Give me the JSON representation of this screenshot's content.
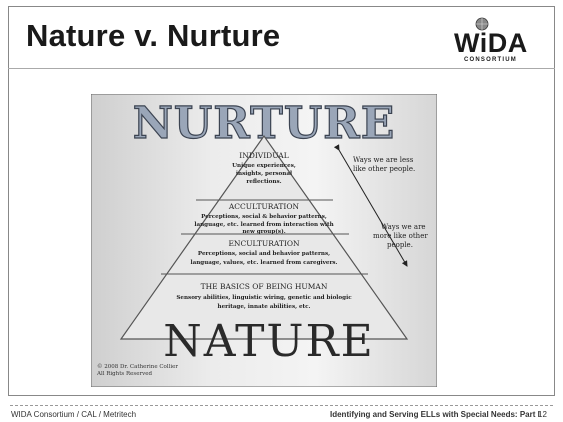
{
  "slide": {
    "title": "Nature v. Nurture",
    "logo_text": "WiDA",
    "logo_sub": "CONSORTIUM"
  },
  "figure": {
    "top_word": "NURTURE",
    "bottom_word": "NATURE",
    "levels": [
      {
        "heading": "INDIVIDUAL",
        "lines": [
          "Unique experiences,",
          "insights, personal",
          "reflections."
        ]
      },
      {
        "heading": "ACCULTURATION",
        "lines": [
          "Perceptions, social & behavior patterns,",
          "language, etc. learned from interaction with",
          "new group(s)."
        ]
      },
      {
        "heading": "ENCULTURATION",
        "lines": [
          "Perceptions, social and behavior patterns,",
          "language, values, etc. learned from caregivers."
        ]
      },
      {
        "heading": "THE BASICS OF BEING HUMAN",
        "lines": [
          "Sensory abilities, linguistic wiring, genetic and biologic",
          "heritage, innate abilities, etc."
        ]
      }
    ],
    "annotation_less": [
      "Ways we are less",
      "like other people."
    ],
    "annotation_more": [
      "Ways we are",
      "more like other",
      "people."
    ],
    "copyright": [
      "© 2008 Dr. Catherine Collier",
      "All Rights Reserved"
    ]
  },
  "footer": {
    "left": "WIDA Consortium / CAL / Metritech",
    "right": "Identifying and Serving ELLs with Special Needs: Part I",
    "page": "12"
  }
}
